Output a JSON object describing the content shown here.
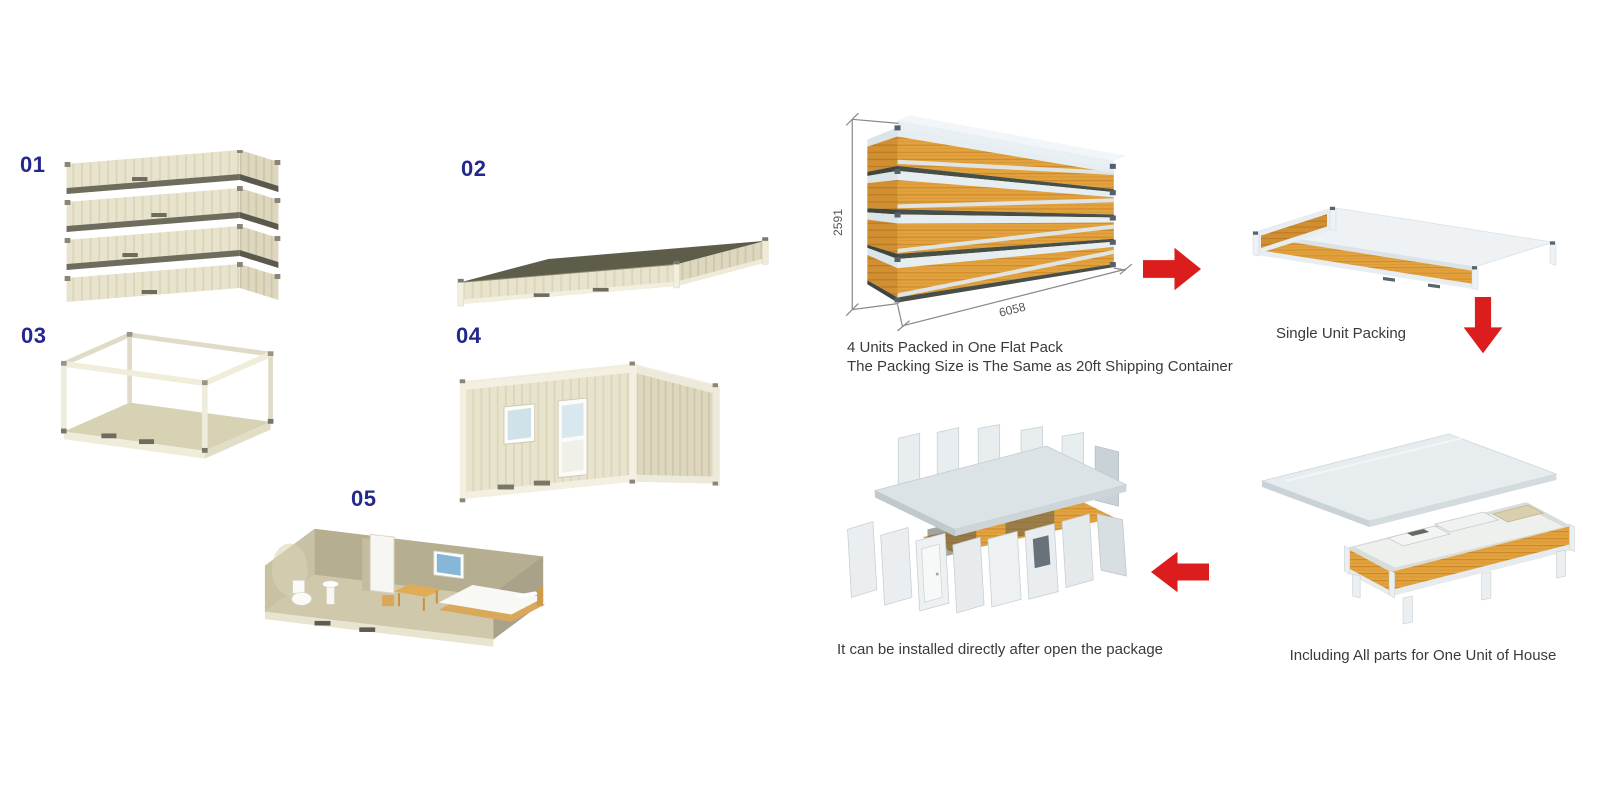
{
  "page": {
    "background": "#ffffff"
  },
  "left_panel": {
    "steps": [
      {
        "number": "01",
        "figure": "stack-of-four-folded-flat-packs"
      },
      {
        "number": "02",
        "figure": "single-folded-flat-pack"
      },
      {
        "number": "03",
        "figure": "container-steel-frame"
      },
      {
        "number": "04",
        "figure": "assembled-container-house"
      },
      {
        "number": "05",
        "figure": "furnished-interior-cutaway"
      }
    ]
  },
  "flow": {
    "packed": {
      "dim_height_mm": "2591",
      "dim_length_mm": "6058",
      "caption_line1": "4 Units Packed in One Flat Pack",
      "caption_line2": "The Packing Size is The Same as 20ft Shipping Container"
    },
    "single": {
      "caption": "Single Unit Packing"
    },
    "parts": {
      "caption": "Including All parts for  One Unit of House"
    },
    "install": {
      "caption": "It can be installed directly after open the package"
    }
  },
  "colors": {
    "accent_red": "#dc1d1d",
    "number_navy": "#23288c",
    "caption_gray": "#3a3a3a",
    "wood_panel": "#e2a23e",
    "beige_panel": "#e8e3cd",
    "frame_light_blue": "#e8f0f3",
    "dark_top": "#5e5d4a"
  }
}
